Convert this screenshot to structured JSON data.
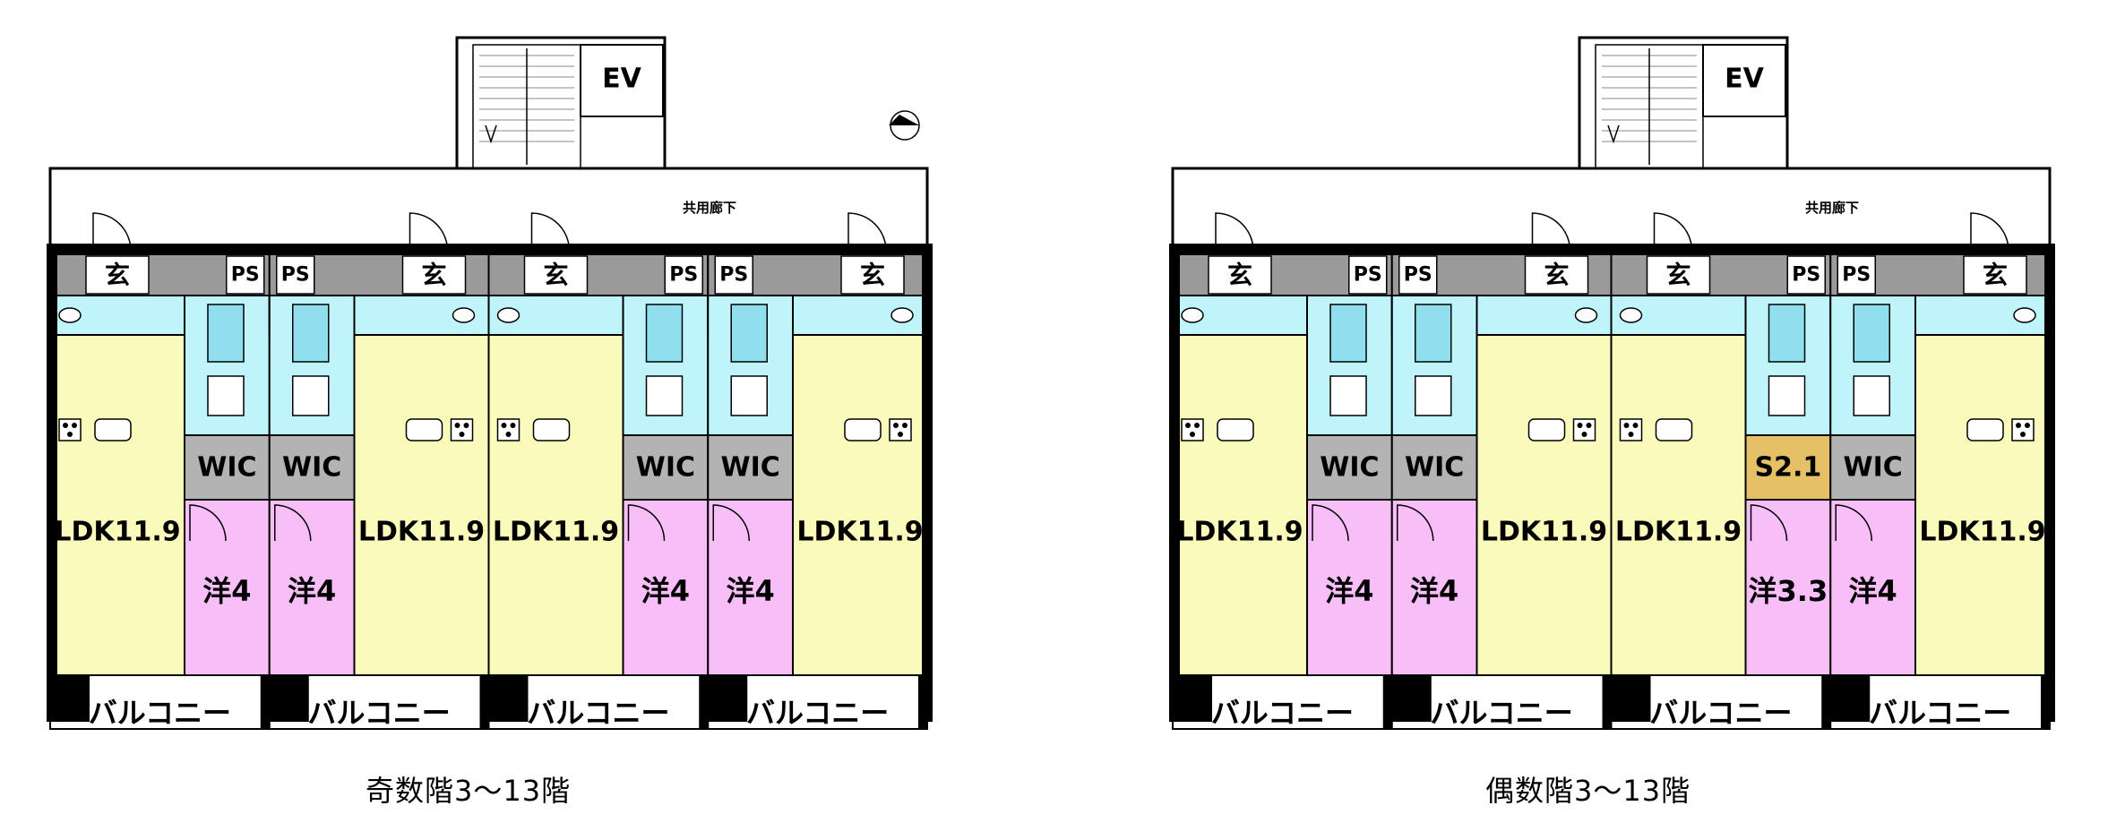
{
  "colors": {
    "ldk": "#fafabb",
    "western": "#f8bef8",
    "wet": "#bff5fa",
    "wic": "#b3b3b3",
    "storage": "#e6c067",
    "wall": "#000000"
  },
  "labels": {
    "ev": "EV",
    "corridor": "共用廊下",
    "entrance": "玄",
    "ps": "PS",
    "wic": "WIC",
    "ldk": "LDK11.9",
    "western4": "洋4",
    "western33": "洋3.3",
    "storage": "S2.1",
    "balcony": "バルコニー"
  },
  "captions": {
    "odd": "奇数階3～13階",
    "even": "偶数階3～13階"
  }
}
